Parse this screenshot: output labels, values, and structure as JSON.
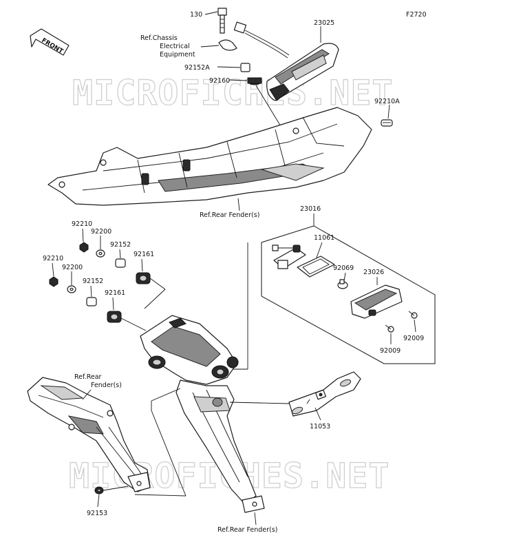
{
  "figure_code": "F2720",
  "front_arrow_text": "FRONT",
  "watermarks": [
    "MICROFICHES.NET",
    "MICROFICHES.NET"
  ],
  "callouts": {
    "p130": "130",
    "p23025": "23025",
    "ref_chassis_1": "Ref.Chassis",
    "ref_chassis_2": "Electrical",
    "ref_chassis_3": "Equipment",
    "p92152A": "92152A",
    "p92160": "92160",
    "p92210A": "92210A",
    "ref_rear_fender_top": "Ref.Rear Fender(s)",
    "p23016": "23016",
    "p92210_a": "92210",
    "p92200_a": "92200",
    "p92152_a": "92152",
    "p92161_a": "92161",
    "p92210_b": "92210",
    "p92200_b": "92200",
    "p92152_b": "92152",
    "p92161_b": "92161",
    "p11061": "11061",
    "p92069": "92069",
    "p23026": "23026",
    "p92009_a": "92009",
    "p92009_b": "92009",
    "ref_rear_fender_left_1": "Ref.Rear",
    "ref_rear_fender_left_2": "Fender(s)",
    "p11053": "11053",
    "p92153": "92153",
    "ref_rear_fender_bottom": "Ref.Rear Fender(s)"
  }
}
